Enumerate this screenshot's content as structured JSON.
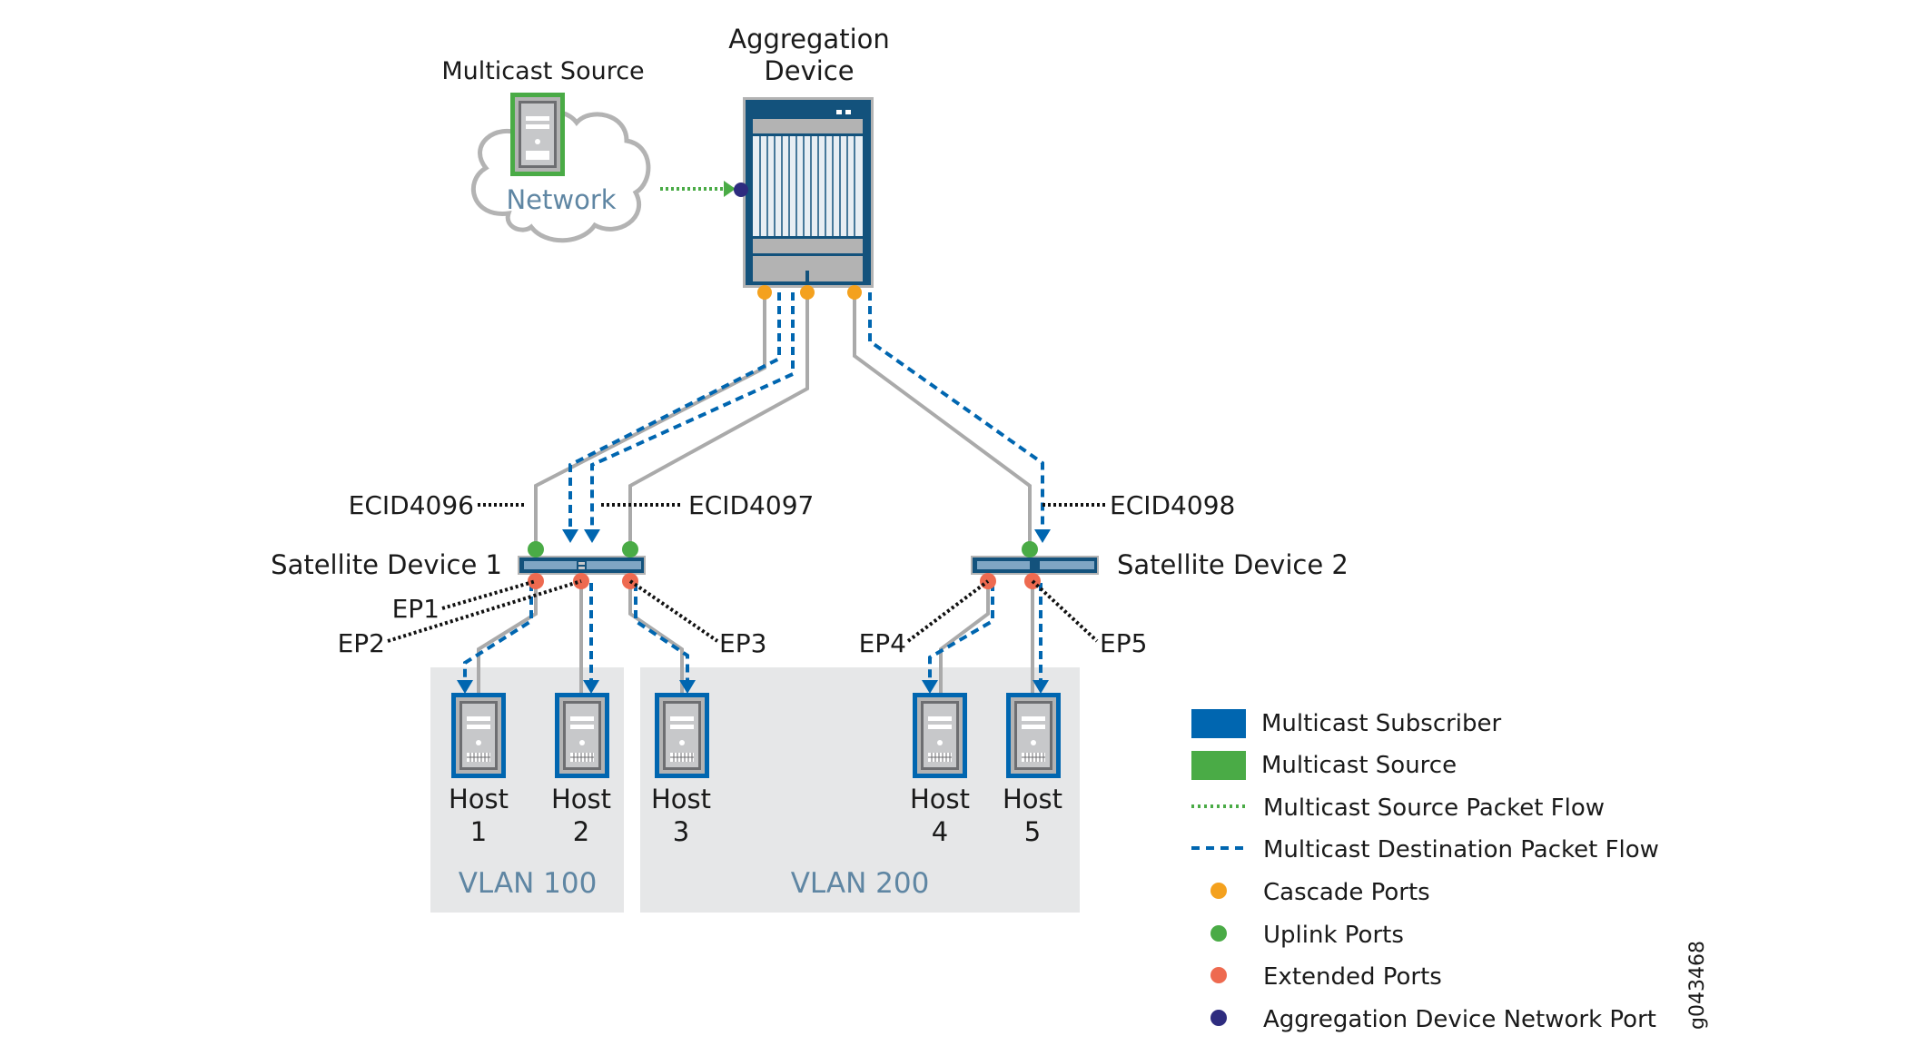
{
  "title": {
    "aggregation_line1": "Aggregation",
    "aggregation_line2": "Device",
    "multicast_source": "Multicast Source",
    "network": "Network"
  },
  "satellites": [
    {
      "name": "Satellite Device 1",
      "ecids": [
        "ECID4096",
        "ECID4097"
      ]
    },
    {
      "name": "Satellite Device 2",
      "ecids": [
        "ECID4098"
      ]
    }
  ],
  "extended_ports": [
    "EP1",
    "EP2",
    "EP3",
    "EP4",
    "EP5"
  ],
  "hosts": [
    {
      "line1": "Host",
      "line2": "1"
    },
    {
      "line1": "Host",
      "line2": "2"
    },
    {
      "line1": "Host",
      "line2": "3"
    },
    {
      "line1": "Host",
      "line2": "4"
    },
    {
      "line1": "Host",
      "line2": "5"
    }
  ],
  "vlans": [
    "VLAN 100",
    "VLAN 200"
  ],
  "legend": [
    {
      "type": "swatch",
      "color": "#0066b0",
      "label": "Multicast Subscriber"
    },
    {
      "type": "swatch",
      "color": "#4aab46",
      "label": "Multicast Source"
    },
    {
      "type": "dotted",
      "color": "#4aab46",
      "label": "Multicast Source Packet Flow"
    },
    {
      "type": "dashed",
      "color": "#0066b0",
      "label": "Multicast Destination Packet Flow"
    },
    {
      "type": "dot",
      "color": "#f4a11e",
      "label": "Cascade Ports"
    },
    {
      "type": "dot",
      "color": "#4aab46",
      "label": "Uplink Ports"
    },
    {
      "type": "dot",
      "color": "#ee6a50",
      "label": "Extended Ports"
    },
    {
      "type": "dot",
      "color": "#2e2c7f",
      "label": "Aggregation Device Network Port"
    }
  ],
  "figure_id": "g043468",
  "colors": {
    "device_blue": "#13527c",
    "link_gray": "#aaaaaa",
    "flow_blue": "#0066b0",
    "vlan_bg": "#e6e7e8",
    "vlan_text": "#5f86a3"
  }
}
